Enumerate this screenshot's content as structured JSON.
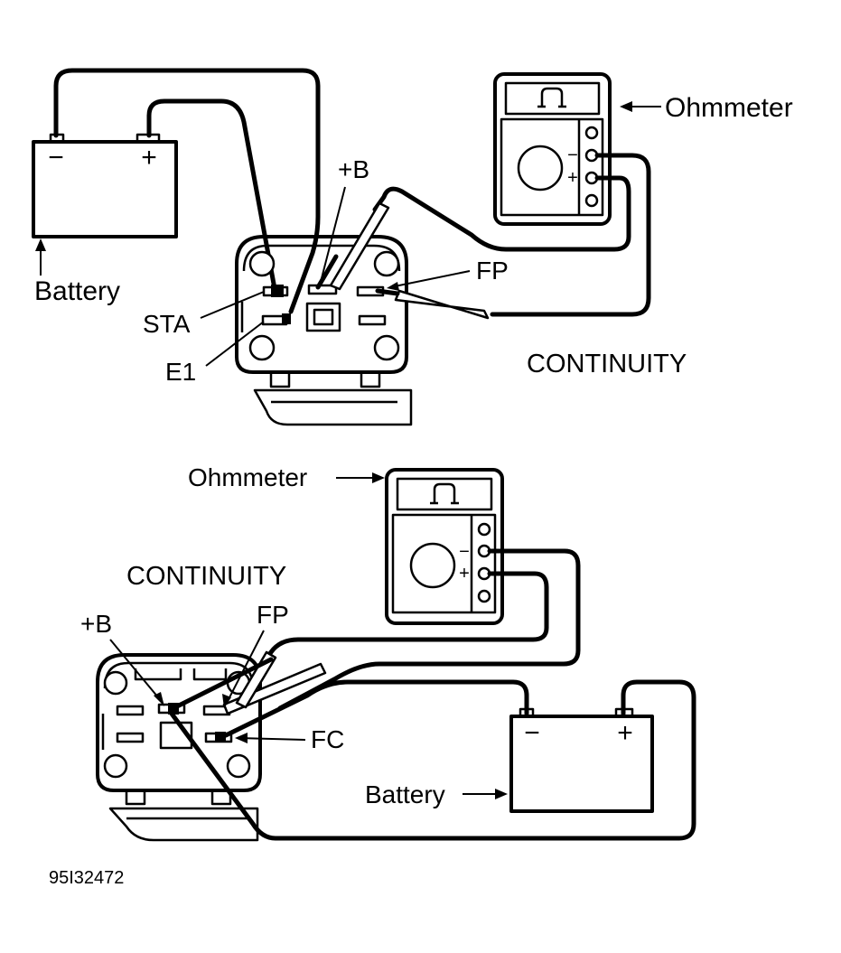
{
  "diagram": {
    "top": {
      "battery_label": "Battery",
      "battery_minus": "−",
      "battery_plus": "+",
      "meter_label": "Ohmmeter",
      "meter_minus": "−",
      "meter_plus": "+",
      "terminal_b": "+B",
      "terminal_fp": "FP",
      "terminal_sta": "STA",
      "terminal_e1": "E1",
      "result": "CONTINUITY"
    },
    "bottom": {
      "meter_label": "Ohmmeter",
      "meter_minus": "−",
      "meter_plus": "+",
      "result": "CONTINUITY",
      "terminal_b": "+B",
      "terminal_fp": "FP",
      "terminal_fc": "FC",
      "battery_label": "Battery",
      "battery_minus": "−",
      "battery_plus": "+"
    },
    "figure_id": "95I32472"
  }
}
